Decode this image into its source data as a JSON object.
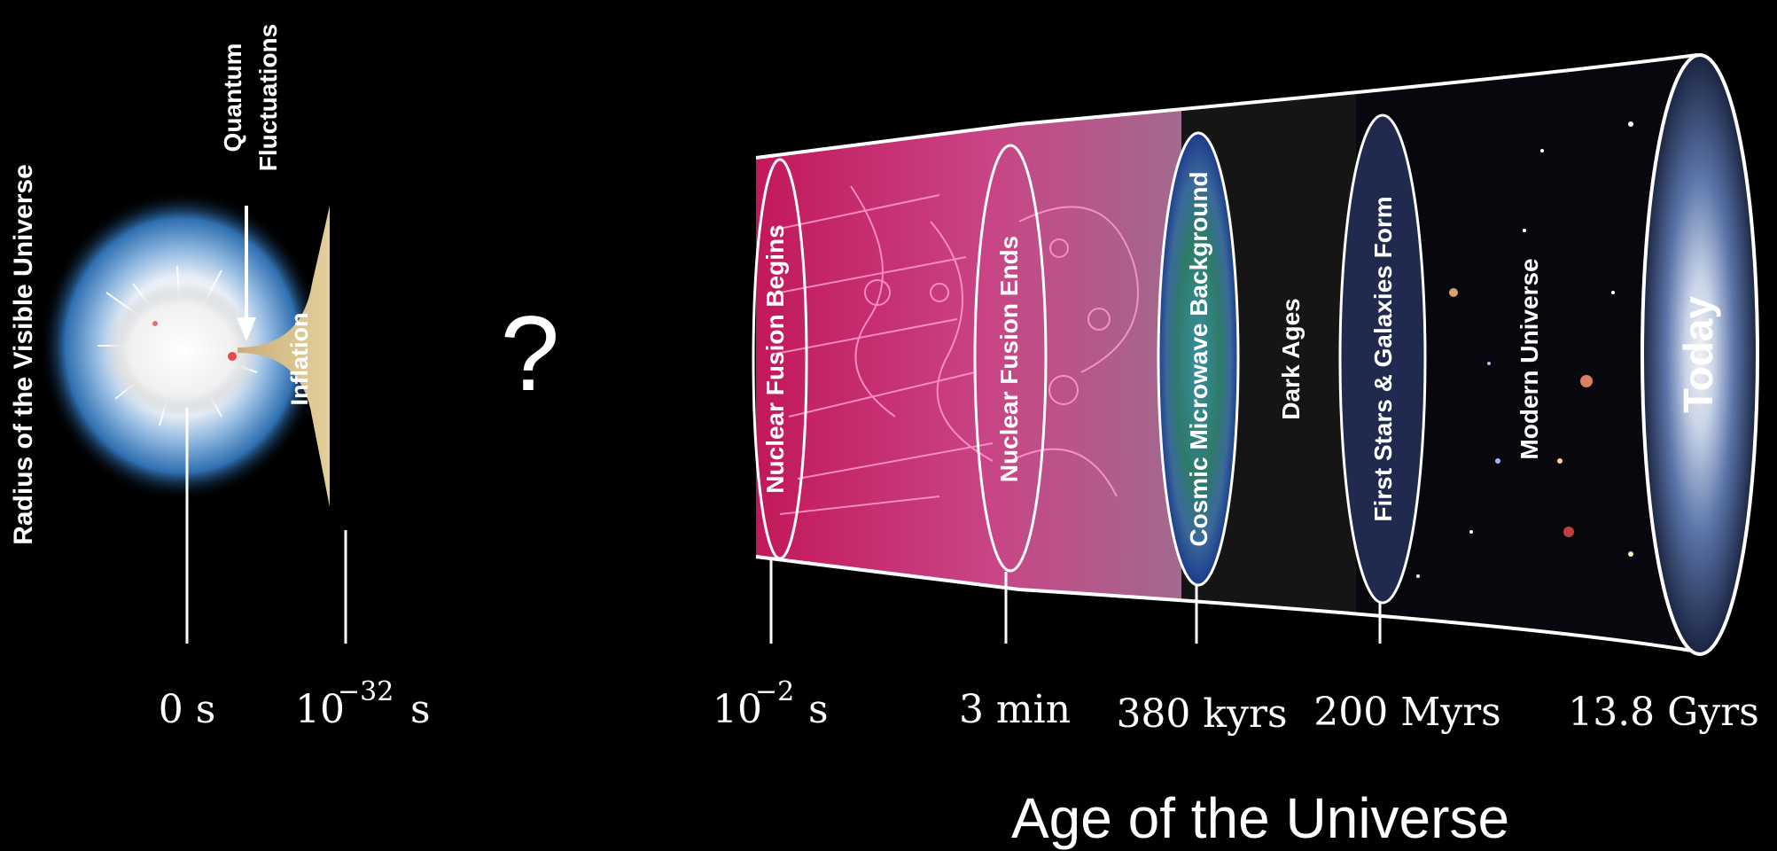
{
  "y_axis_label": "Radius of the Visible Universe",
  "quantum_label_line1": "Quantum",
  "quantum_label_line2": "Fluctuations",
  "inflation_label": "Inflation",
  "unknown_mark": "?",
  "epochs": {
    "nuclear_fusion_begins": "Nuclear Fusion Begins",
    "nuclear_fusion_ends": "Nuclear Fusion Ends",
    "cmb": "Cosmic Microwave Background",
    "dark_ages": "Dark Ages",
    "first_stars": "First Stars & Galaxies Form",
    "modern_universe": "Modern Universe",
    "today": "Today"
  },
  "ticks": {
    "t0": "0 s",
    "t_inflation_base": "10",
    "t_inflation_exp": "−32",
    "t_inflation_unit": "s",
    "t_fusion_base": "10",
    "t_fusion_exp": "−2",
    "t_fusion_unit": "s",
    "t_3min": "3 min",
    "t_380k": "380 kyrs",
    "t_200m": "200 Myrs",
    "t_13_8g": "13.8 Gyrs"
  },
  "x_axis_label": "Age of the Universe",
  "colors": {
    "background": "#000000",
    "plasma": "#c0457a",
    "glow_blue": "#4a8fd0",
    "inflation": "#d9c08a",
    "dark_ages": "#1a1a1a"
  }
}
